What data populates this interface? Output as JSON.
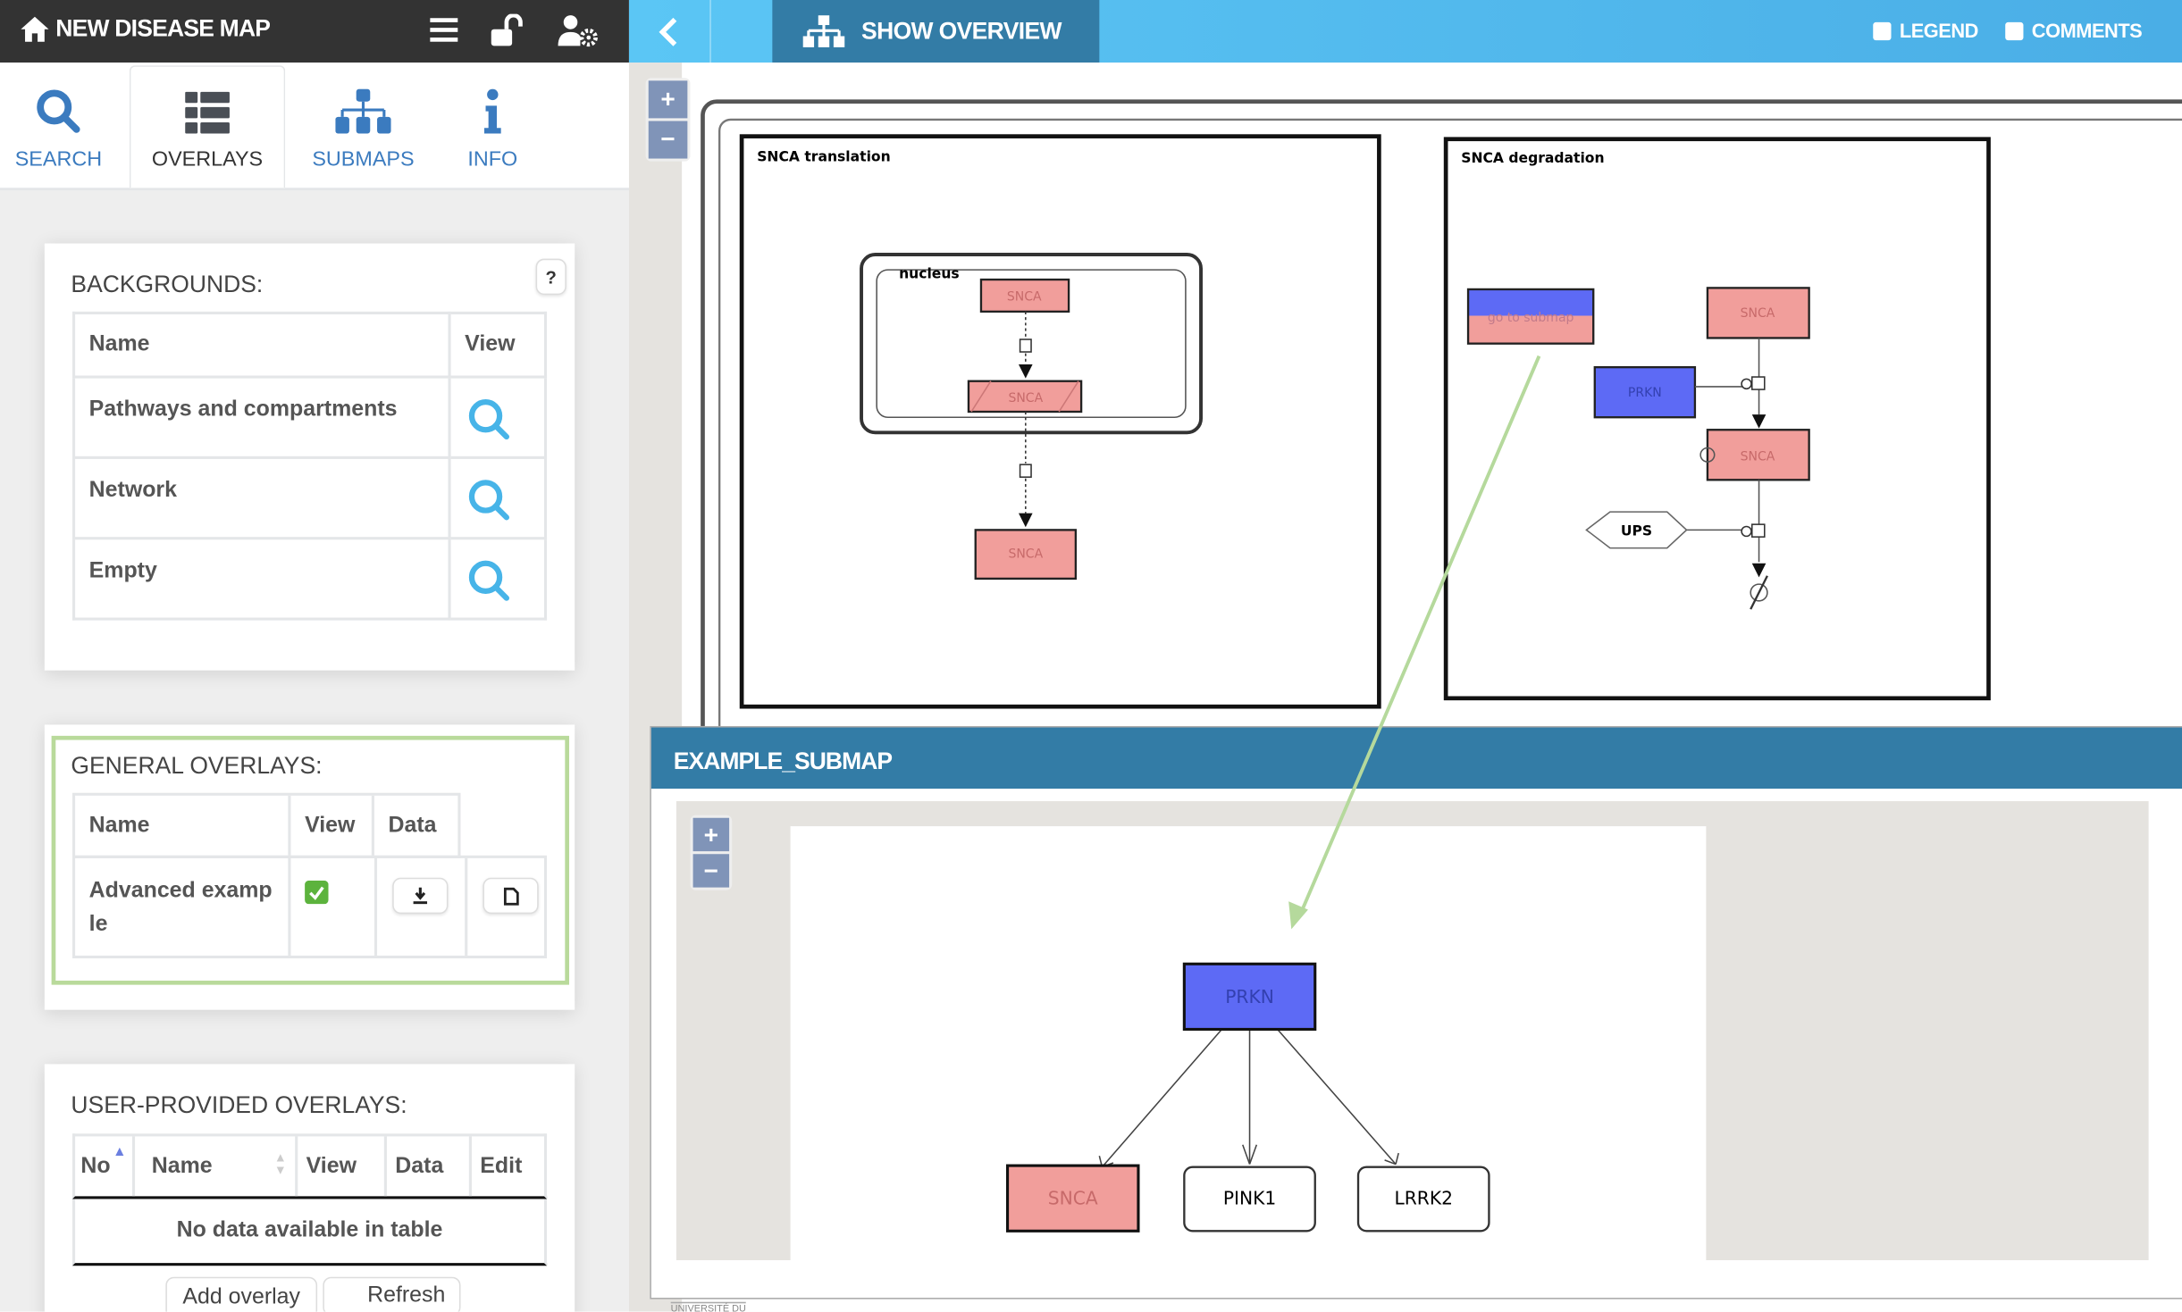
{
  "header": {
    "title": "NEW DISEASE MAP",
    "show_overview": "SHOW OVERVIEW",
    "legend": "LEGEND",
    "comments": "COMMENTS",
    "legend_checked": false,
    "comments_checked": false
  },
  "tabs": [
    {
      "label": "SEARCH",
      "icon": "search-icon"
    },
    {
      "label": "OVERLAYS",
      "icon": "list-icon",
      "active": true
    },
    {
      "label": "SUBMAPS",
      "icon": "sitemap-icon"
    },
    {
      "label": "INFO",
      "icon": "info-icon"
    }
  ],
  "backgrounds": {
    "title": "BACKGROUNDS:",
    "help": "?",
    "columns": [
      "Name",
      "View"
    ],
    "rows": [
      {
        "name": "Pathways and compartments"
      },
      {
        "name": "Network"
      },
      {
        "name": "Empty"
      }
    ]
  },
  "general_overlays": {
    "title": "GENERAL OVERLAYS:",
    "columns": [
      "Name",
      "View",
      "Data"
    ],
    "rows": [
      {
        "name": "Advanced example",
        "checked": true
      }
    ]
  },
  "user_overlays": {
    "title": "USER-PROVIDED OVERLAYS:",
    "columns": [
      "No",
      "Name",
      "View",
      "Data",
      "Edit"
    ],
    "empty": "No data available in table",
    "add": "Add overlay",
    "refresh": "Refresh"
  },
  "map": {
    "zoom_in": "+",
    "zoom_out": "−",
    "translation": {
      "title": "SNCA translation",
      "compartment": "nucleus",
      "nodes": [
        "SNCA",
        "SNCA",
        "SNCA"
      ]
    },
    "degradation": {
      "title": "SNCA degradation",
      "submap_link": "go to submap",
      "nodes": [
        "SNCA",
        "PRKN",
        "SNCA",
        "UPS"
      ]
    }
  },
  "submap": {
    "title": "EXAMPLE_SUBMAP",
    "zoom_in": "+",
    "zoom_out": "−",
    "nodes": [
      "PRKN",
      "SNCA",
      "PINK1",
      "LRRK2"
    ]
  },
  "footer": {
    "text": "UNIVERSITÉ DU"
  },
  "colors": {
    "header_dark": "#333333",
    "accent": "#337ca6",
    "light_blue": "#5bc6f5",
    "protein_red": "#f19e9b",
    "protein_blue": "#5d6af5",
    "link_green": "#b5d99c"
  }
}
